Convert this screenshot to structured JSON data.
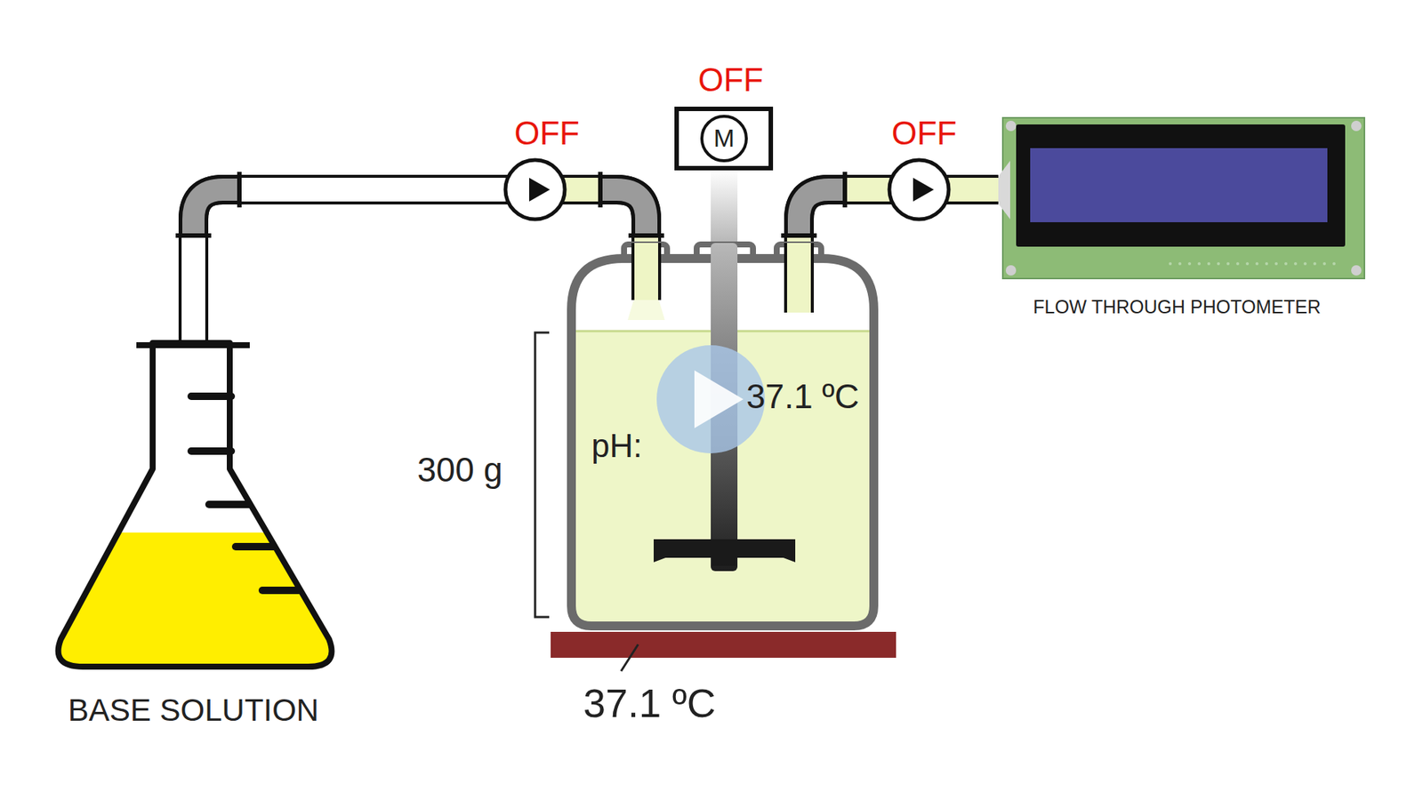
{
  "diagram": {
    "nodes": [
      {
        "text": [
          "BASE SOLUTION"
        ]
      },
      {
        "text": [
          "M"
        ]
      },
      {
        "text": [
          "37.1 ºC",
          "pH:"
        ]
      },
      {
        "text": [
          "FLOW THROUGH PHOTOMETER"
        ]
      }
    ],
    "edges": [
      {
        "from": 0,
        "to": 2,
        "arrow": "none"
      },
      {
        "from": 2,
        "to": 3,
        "arrow": "none"
      }
    ],
    "labels": [
      "OFF",
      "OFF",
      "OFF",
      "300 g",
      "37.1 ºC"
    ]
  }
}
